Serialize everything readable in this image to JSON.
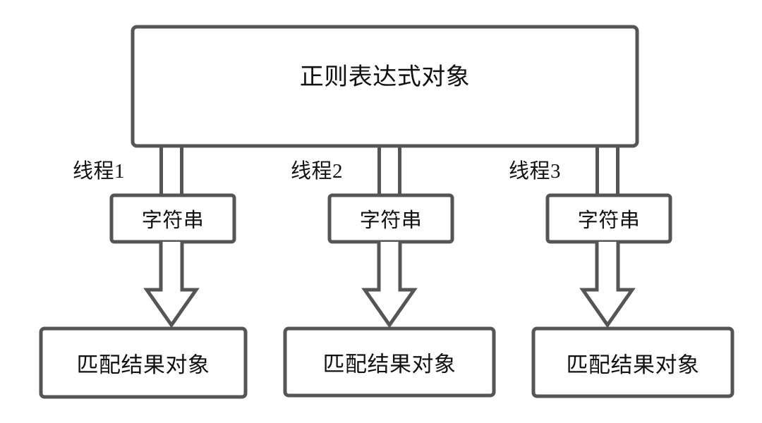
{
  "diagram": {
    "colors": {
      "stroke": "#555555",
      "text": "#111111",
      "background": "#ffffff"
    },
    "root_node": {
      "label": "正则表达式对象"
    },
    "threads": [
      {
        "thread_label": "线程1",
        "string_label": "字符串",
        "result_label": "匹配结果对象"
      },
      {
        "thread_label": "线程2",
        "string_label": "字符串",
        "result_label": "匹配结果对象"
      },
      {
        "thread_label": "线程3",
        "string_label": "字符串",
        "result_label": "匹配结果对象"
      }
    ]
  }
}
